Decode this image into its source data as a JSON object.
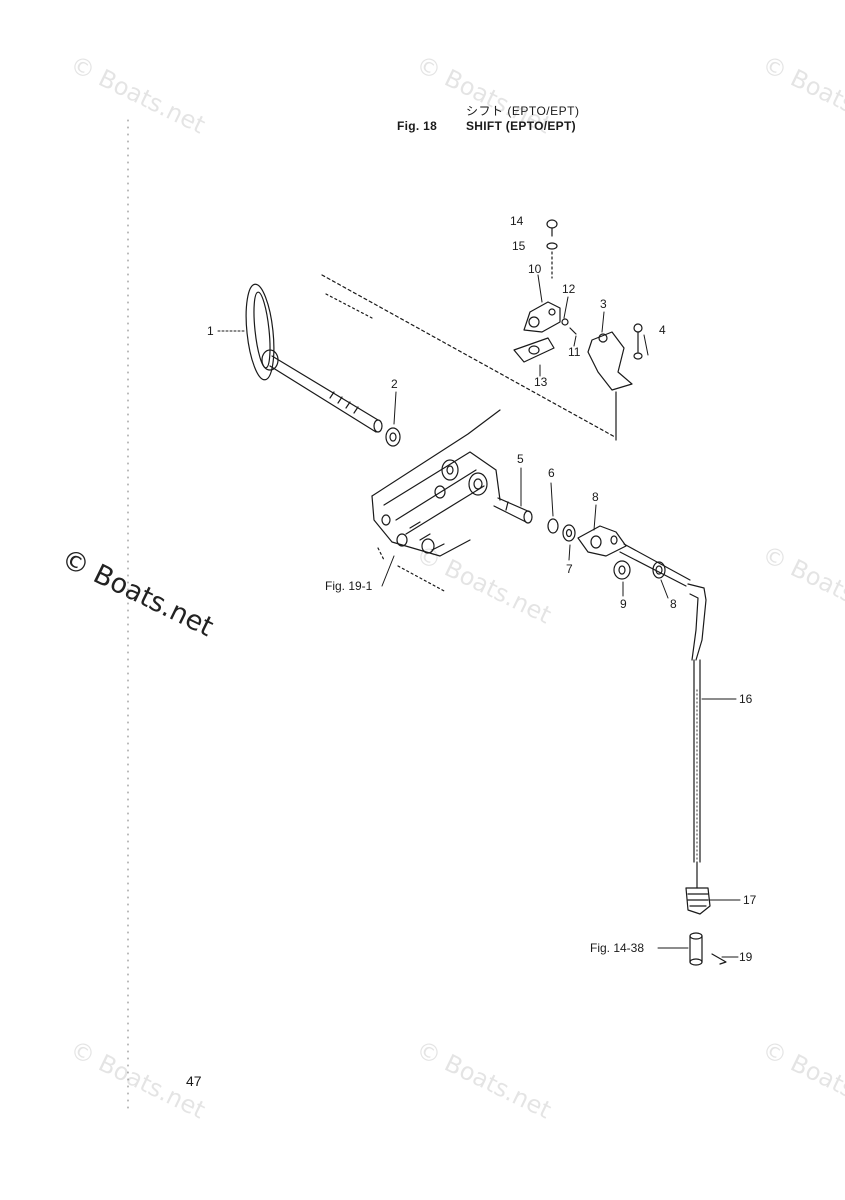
{
  "header": {
    "title_jp": "シフト (EPTO/EPT)",
    "fig_label": "Fig. 18",
    "title_en": "SHIFT (EPTO/EPT)"
  },
  "page_number": "47",
  "watermark": {
    "text": "© Boats.net"
  },
  "callouts": {
    "c1": "1",
    "c2": "2",
    "c3": "3",
    "c4": "4",
    "c5": "5",
    "c6": "6",
    "c7": "7",
    "c8a": "8",
    "c8b": "8",
    "c9": "9",
    "c10": "10",
    "c11": "11",
    "c12": "12",
    "c13": "13",
    "c14": "14",
    "c15": "15",
    "c16": "16",
    "c17": "17",
    "c19": "19"
  },
  "references": {
    "fig19": "Fig. 19-1",
    "fig14": "Fig. 14-38"
  },
  "colors": {
    "ink": "#1a1a1a",
    "paper": "#ffffff"
  }
}
